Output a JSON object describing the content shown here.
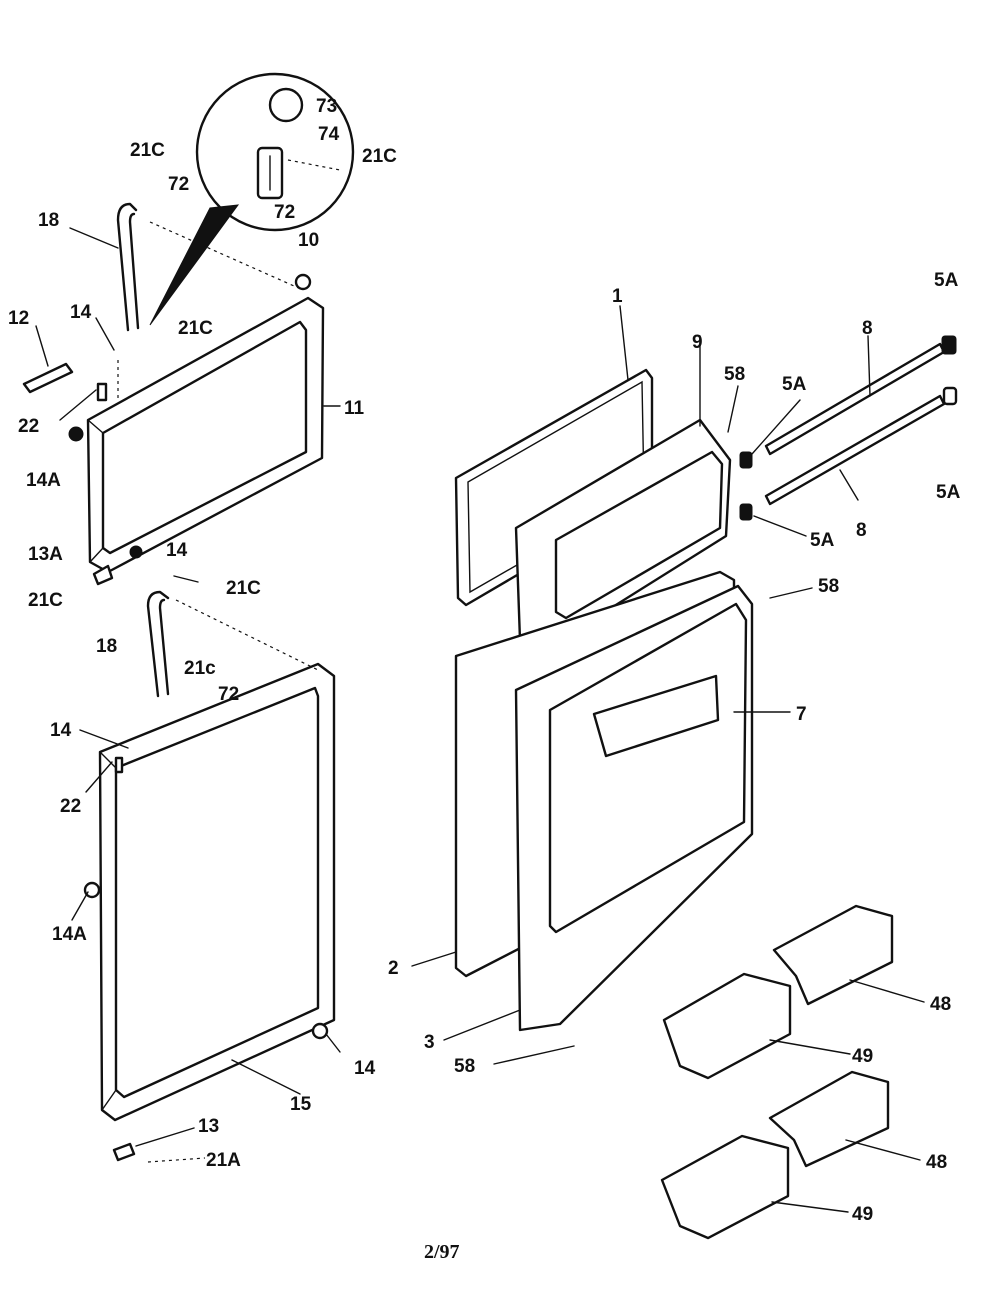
{
  "footer": "2/97",
  "callouts": {
    "c73": "73",
    "c74": "74",
    "c21c_zoom": "21C",
    "c72_zoom": "72",
    "c21c_a": "21C",
    "c72_a": "72",
    "c18_a": "18",
    "c10": "10",
    "c12": "12",
    "c14_a": "14",
    "c21c_b": "21C",
    "c11": "11",
    "c22_a": "22",
    "c14a_a": "14A",
    "c13a": "13A",
    "c14_b": "14",
    "c21c_c": "21C",
    "c21c_d": "21C",
    "c18_b": "18",
    "c21c_e": "21c",
    "c72_b": "72",
    "c14_c": "14",
    "c22_b": "22",
    "c14a_b": "14A",
    "c15": "15",
    "c14_d": "14",
    "c13": "13",
    "c21a": "21A",
    "c1": "1",
    "c9": "9",
    "c58_a": "58",
    "c5a_a": "5A",
    "c8_a": "8",
    "c5a_b": "5A",
    "c5a_c": "5A",
    "c8_b": "8",
    "c5a_d": "5A",
    "c58_b": "58",
    "c7": "7",
    "c2": "2",
    "c3": "3",
    "c58_c": "58",
    "c48_a": "48",
    "c49_a": "49",
    "c48_b": "48",
    "c49_b": "49"
  }
}
